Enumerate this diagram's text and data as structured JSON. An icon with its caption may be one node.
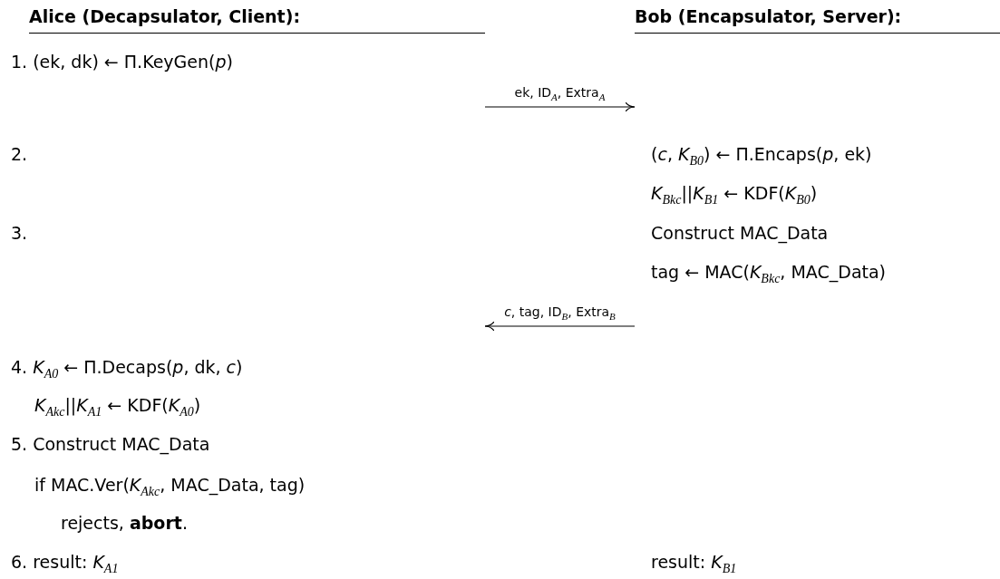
{
  "diagram": {
    "nodes": [
      {
        "text": [
          "Alice (Decapsulator, Client):",
          "1. (ek, dk) ← Π.KeyGen(*p*)",
          "2.",
          "3.",
          "4. *K*$_{A0}$ ← Π.Decaps(*p*, dk, *c*)",
          "*K*$_{Akc}$||*K*$_{A1}$ ← KDF(*K*$_{A0}$)",
          "5. Construct MAC_Data",
          "if MAC.Ver(*K*$_{Akc}$, MAC_Data, tag)",
          "rejects, **abort**.",
          "6. result: *K*$_{A1}$"
        ]
      },
      {
        "text": [
          "Bob (Encapsulator, Server):",
          "(*c*, *K*$_{B0}$) ← Π.Encaps(*p*, ek)",
          "*K*$_{Bkc}$||*K*$_{B1}$ ← KDF(*K*$_{B0}$)",
          "Construct MAC_Data",
          "tag ← MAC(*K*$_{Bkc}$, MAC_Data)",
          "result: *K*$_{B1}$"
        ]
      }
    ],
    "edges": [
      {
        "from": 0,
        "to": 1,
        "arrow": "to",
        "label": "ek, ID$_{A}$, Extra$_{A}$"
      },
      {
        "from": 1,
        "to": 0,
        "arrow": "to",
        "label": "*c*, tag, ID$_{B}$, Extra$_{B}$"
      }
    ]
  }
}
